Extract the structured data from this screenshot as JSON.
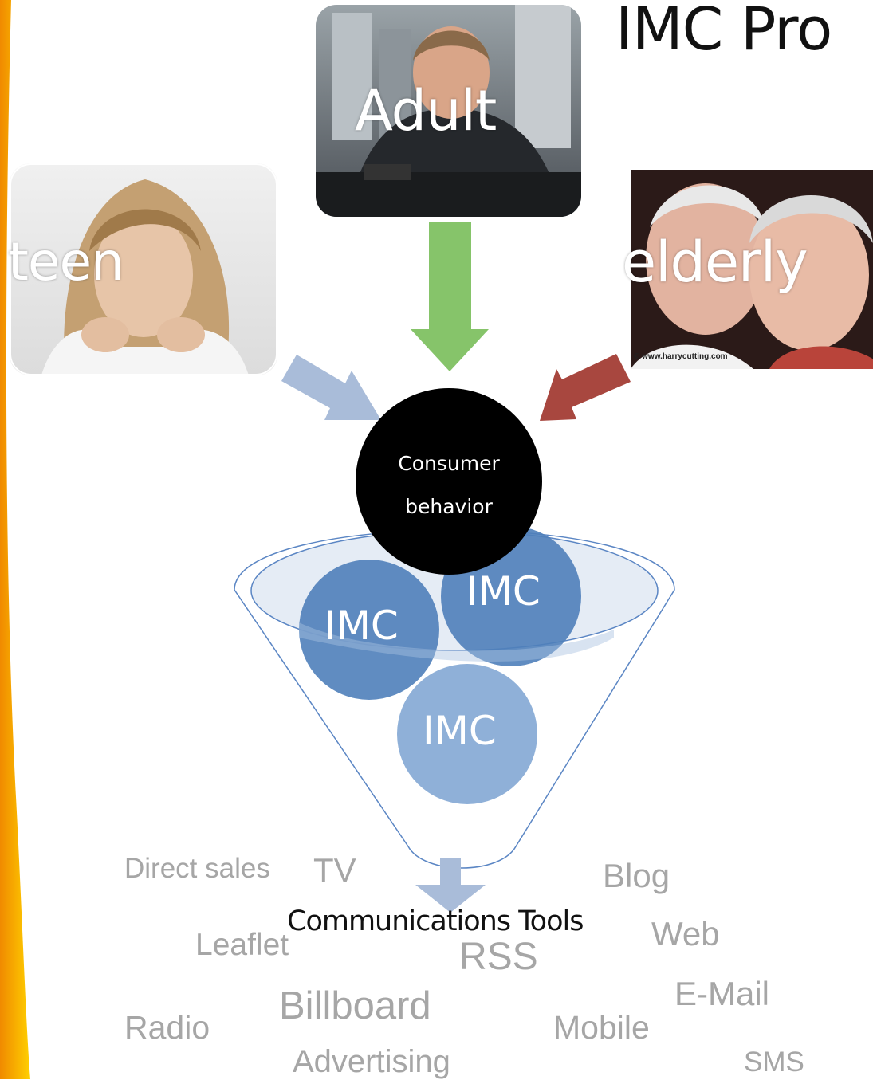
{
  "title": "IMC Pro",
  "segments": {
    "teen": "teen",
    "adult": "Adult",
    "elderly": "elderly"
  },
  "photo_credit": "© www.harrycutting.com",
  "consumer_behavior": {
    "line1": "Consumer",
    "line2": "behavior"
  },
  "imc": [
    "IMC",
    "IMC",
    "IMC"
  ],
  "communications_tools_label": "Communications Tools",
  "tools": {
    "direct_sales": "Direct sales",
    "tv": "TV",
    "blog": "Blog",
    "leaflet": "Leaflet",
    "web": "Web",
    "rss": "RSS",
    "email": "E-Mail",
    "billboard": "Billboard",
    "radio": "Radio",
    "mobile": "Mobile",
    "advertising": "Advertising",
    "sms": "SMS"
  },
  "colors": {
    "teen_arrow": "#a9bcd9",
    "adult_arrow": "#86c46a",
    "elderly_arrow": "#a8473f",
    "imc_dark": "#4f7fba",
    "imc_light": "#8fb0d8",
    "funnel_outline": "#5b86c4",
    "consumer_circle": "#000000",
    "tool_text": "#a6a6a6"
  }
}
